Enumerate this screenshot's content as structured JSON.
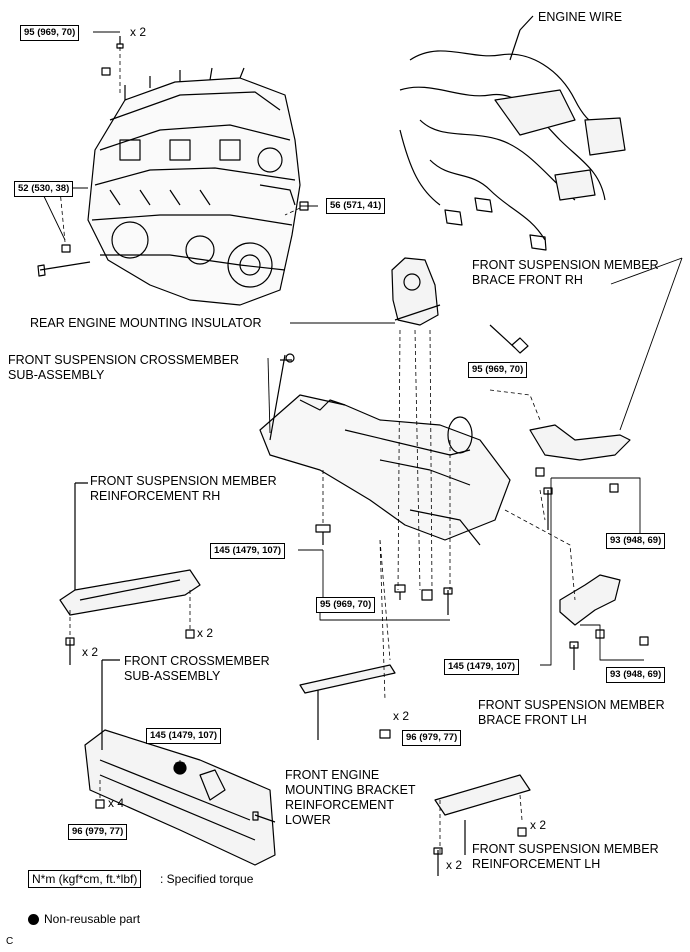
{
  "parts": {
    "engine_wire": "ENGINE WIRE",
    "brace_front_rh": "FRONT SUSPENSION MEMBER\nBRACE FRONT RH",
    "rear_insulator": "REAR ENGINE MOUNTING INSULATOR",
    "crossmember": "FRONT SUSPENSION CROSSMEMBER\nSUB-ASSEMBLY",
    "reinf_rh": "FRONT SUSPENSION MEMBER\nREINFORCEMENT RH",
    "front_crossmember": "FRONT CROSSMEMBER\nSUB-ASSEMBLY",
    "bracket_reinf": "FRONT ENGINE\nMOUNTING BRACKET\nREINFORCEMENT\nLOWER",
    "brace_front_lh": "FRONT SUSPENSION MEMBER\nBRACE FRONT LH",
    "reinf_lh": "FRONT SUSPENSION MEMBER\nREINFORCEMENT LH"
  },
  "torque": {
    "t1": "95 (969, 70)",
    "t2": "52 (530, 38)",
    "t3": "56 (571, 41)",
    "t4": "95 (969, 70)",
    "t5": "145 (1479, 107)",
    "t6": "95 (969, 70)",
    "t7": "93 (948, 69)",
    "t8": "145 (1479, 107)",
    "t9": "93 (948, 69)",
    "t10": "145 (1479, 107)",
    "t11": "96 (979, 77)",
    "t12": "96 (979, 77)"
  },
  "counts": {
    "c1": "x 2",
    "c2": "x 2",
    "c3": "x 2",
    "c4": "x 2",
    "c5": "x 4",
    "c6": "x 2",
    "c7": "x 2"
  },
  "legend": {
    "unit_box": "N*m (kgf*cm, ft.*lbf)",
    "unit_text": ": Specified torque",
    "nonreusable": "Non-reusable part"
  },
  "corner_mark": "C"
}
